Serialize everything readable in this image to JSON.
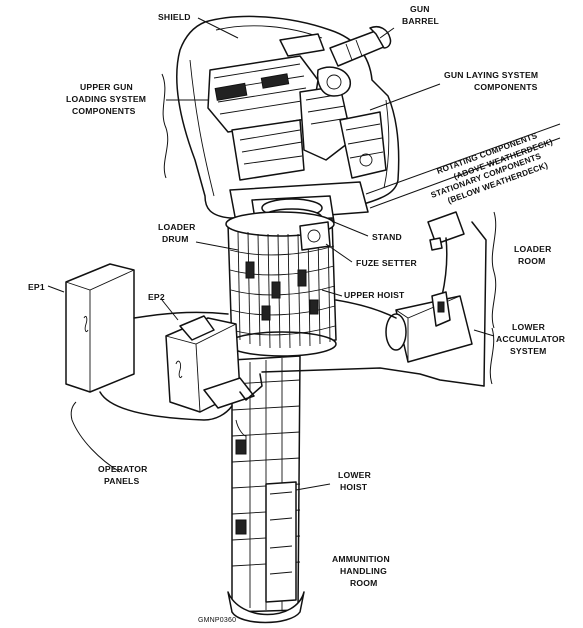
{
  "labels": {
    "shield": "SHIELD",
    "gun_barrel_1": "GUN",
    "gun_barrel_2": "BARREL",
    "upper_gun_1": "UPPER GUN",
    "upper_gun_2": "LOADING SYSTEM",
    "upper_gun_3": "COMPONENTS",
    "gun_laying_1": "GUN LAYING SYSTEM",
    "gun_laying_2": "COMPONENTS",
    "rotating_1": "ROTATING COMPONENTS",
    "rotating_2": "(ABOVE WEATHERDECK)",
    "stationary_1": "STATIONARY COMPONENTS",
    "stationary_2": "(BELOW WEATHERDECK)",
    "stand": "STAND",
    "loader_drum_1": "LOADER",
    "loader_drum_2": "DRUM",
    "fuze_setter": "FUZE SETTER",
    "upper_hoist": "UPPER HOIST",
    "loader_room_1": "LOADER",
    "loader_room_2": "ROOM",
    "ep1": "EP1",
    "ep2": "EP2",
    "lower_acc_1": "LOWER",
    "lower_acc_2": "ACCUMULATOR",
    "lower_acc_3": "SYSTEM",
    "operator_1": "OPERATOR",
    "operator_2": "PANELS",
    "lower_hoist_1": "LOWER",
    "lower_hoist_2": "HOIST",
    "ammo_1": "AMMUNITION",
    "ammo_2": "HANDLING",
    "ammo_3": "ROOM",
    "figure_id": "GMNP0360"
  }
}
